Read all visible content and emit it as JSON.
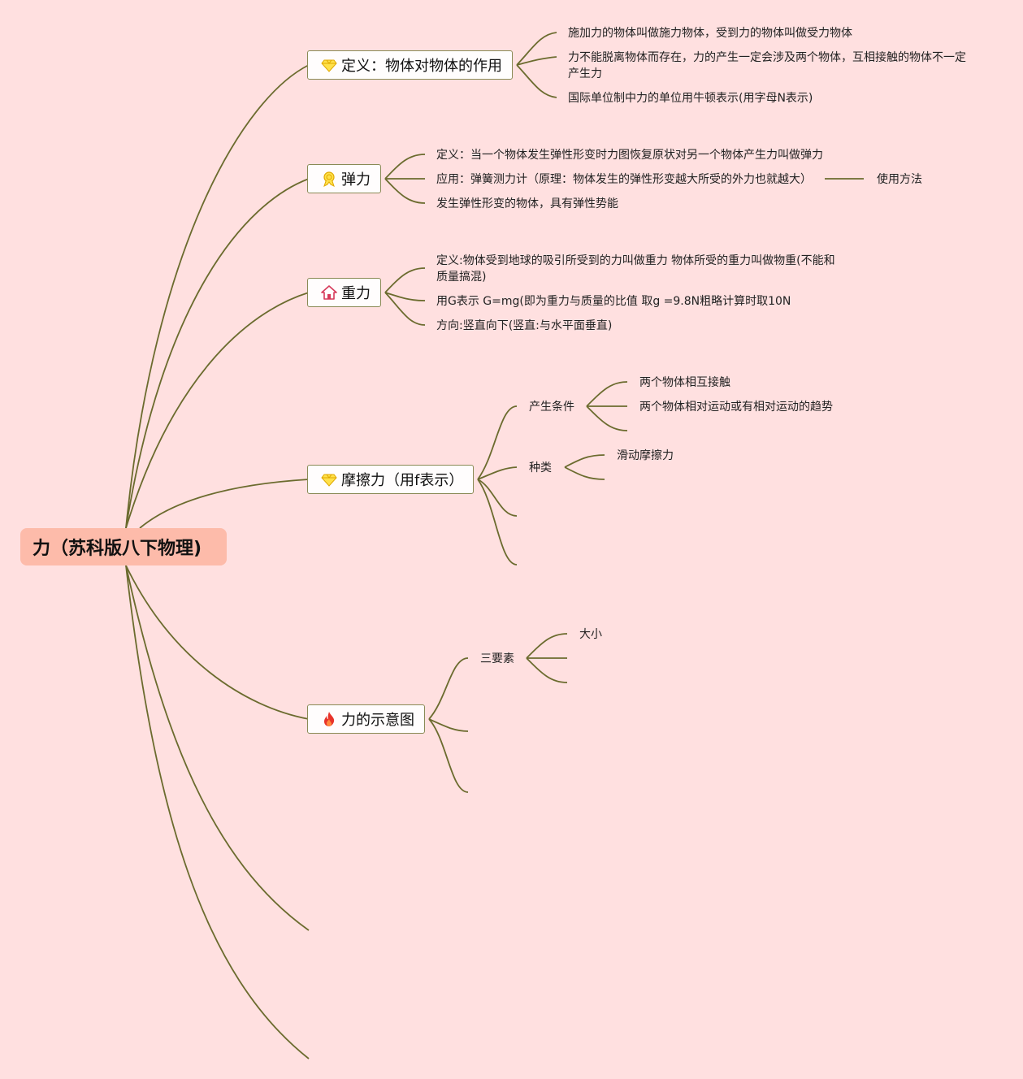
{
  "root": {
    "label": "力（苏科版八下物理)"
  },
  "topics": {
    "definition": {
      "label": "定义：物体对物体的作用",
      "icon": "diamond-icon",
      "children": [
        "施加力的物体叫做施力物体，受到力的物体叫做受力物体",
        "力不能脱离物体而存在，力的产生一定会涉及两个物体，互相接触的物体不一定产生力",
        "国际单位制中力的单位用牛顿表示(用字母N表示)"
      ]
    },
    "elastic": {
      "label": "弹力",
      "icon": "medal-icon",
      "children": [
        "定义：当一个物体发生弹性形变时力图恢复原状对另一个物体产生力叫做弹力",
        "应用：弹簧测力计（原理：物体发生的弹性形变越大所受的外力也就越大）",
        "发生弹性形变的物体，具有弹性势能"
      ],
      "extra": "使用方法"
    },
    "gravity": {
      "label": "重力",
      "icon": "house-icon",
      "children": [
        "定义:物体受到地球的吸引所受到的力叫做重力 物体所受的重力叫做物重(不能和质量搞混)",
        "用G表示 G=mg(即为重力与质量的比值 取g =9.8N粗略计算时取10N",
        "方向:竖直向下(竖直:与水平面垂直)"
      ]
    },
    "friction": {
      "label": "摩擦力（用f表示）",
      "icon": "diamond-icon",
      "conditions": {
        "label": "产生条件",
        "children": [
          "两个物体相互接触",
          "两个物体相对运动或有相对运动的趋势"
        ]
      },
      "kinds": {
        "label": "种类",
        "children": [
          "滑动摩擦力"
        ]
      }
    },
    "diagram": {
      "label": "力的示意图",
      "icon": "fire-icon",
      "elements": {
        "label": "三要素",
        "children": [
          "大小"
        ]
      }
    }
  },
  "colors": {
    "background": "#ffe0e0",
    "root_fill": "#fdbbaa",
    "line": "#6b6b2e",
    "topic_border": "#8a8a55"
  }
}
